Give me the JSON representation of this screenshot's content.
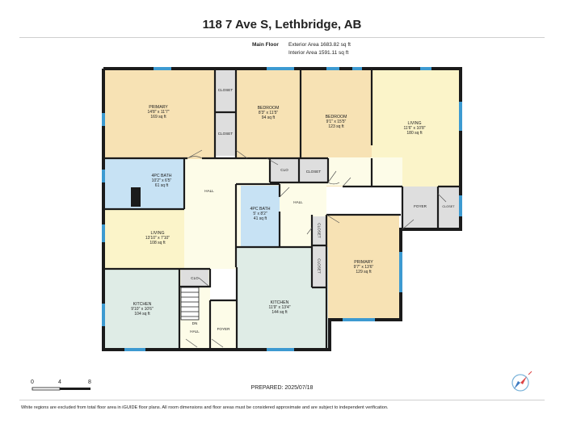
{
  "header": {
    "title": "118 7 Ave S, Lethbridge, AB",
    "floor_label": "Main Floor",
    "exterior_area": "Exterior Area 1683.82 sq ft",
    "interior_area": "Interior Area 1591.11 sq ft"
  },
  "rooms": {
    "primary1": {
      "name": "PRIMARY",
      "dims": "14'8\" x 11'7\"",
      "area": "169 sq ft"
    },
    "bedroom1": {
      "name": "BEDROOM",
      "dims": "8'3\" x 11'5\"",
      "area": "94 sq ft"
    },
    "bedroom2": {
      "name": "BEDROOM",
      "dims": "9'1\" x 15'5\"",
      "area": "123 sq ft"
    },
    "living2": {
      "name": "LIVING",
      "dims": "11'6\" x 10'8\"",
      "area": "180 sq ft"
    },
    "bath1": {
      "name": "4PC BATH",
      "dims": "10'2\" x 6'5\"",
      "area": "61 sq ft"
    },
    "bath2": {
      "name": "4PC BATH",
      "dims": "5' x 8'2\"",
      "area": "41 sq ft"
    },
    "living1": {
      "name": "LIVING",
      "dims": "13'10\" x 7'10\"",
      "area": "108 sq ft"
    },
    "primary2": {
      "name": "PRIMARY",
      "dims": "9'7\" x 13'6\"",
      "area": "129 sq ft"
    },
    "kitchen1": {
      "name": "KITCHEN",
      "dims": "9'10\" x 10'6\"",
      "area": "104 sq ft"
    },
    "kitchen2": {
      "name": "KITCHEN",
      "dims": "11'9\" x 13'4\"",
      "area": "144 sq ft"
    }
  },
  "labels": {
    "closet": "CLOSET",
    "clo": "CLO",
    "hall": "HALL",
    "foyer": "FOYER",
    "dn": "DN"
  },
  "scale": {
    "t0": "0",
    "t4": "4",
    "t8": "8"
  },
  "prepared": "PREPARED: 2025/07/18",
  "footer": "White regions are excluded from total floor area in iGUIDE floor plans. All room dimensions and floor areas must be considered approximate and are subject to independent verification.",
  "colors": {
    "primary": "#f7e2b4",
    "bedroom": "#f7e2b4",
    "living": "#fbf4c9",
    "bath": "#c7e2f4",
    "kitchen": "#dfece6",
    "hall": "#fdfce8",
    "closet": "#dedede",
    "wall": "#1b1b1b",
    "window": "#3d9ad1"
  }
}
